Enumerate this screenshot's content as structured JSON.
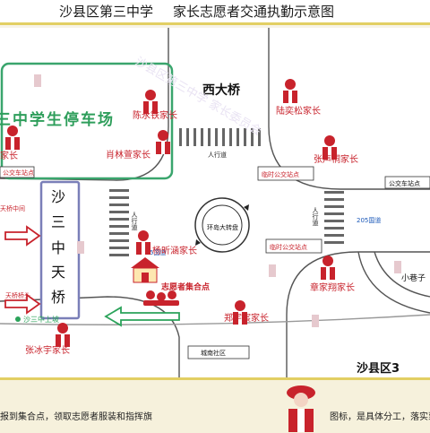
{
  "title": {
    "school": "沙县区第三中学",
    "subject": "家长志愿者交通执勤示意图"
  },
  "watermark": "沙县区第三中学 家长委员会",
  "colors": {
    "road_line": "#555555",
    "parking_border": "#3aa56d",
    "parking_text": "#2e9e5b",
    "label_red": "#c8232c",
    "arrow_red": "#c8232c",
    "arrow_green": "#2ba35a",
    "bridge_border": "#7a7fb8",
    "frame_gold": "#e2cf63"
  },
  "map": {
    "parking_lot": "三中学生停车场",
    "bridge_west": "西大桥",
    "bridge_shatianzhong_chars": [
      "沙",
      "三",
      "中",
      "天",
      "桥"
    ],
    "roundabout": "环岛大转盘",
    "crosswalk_top": "人行道",
    "crosswalk_left": "人行道",
    "crosswalk_right": "人行道",
    "bus_stop_1": "公交车站点",
    "bus_stop_temp_1": "临时公交站点",
    "bus_stop_2": "公交车站点",
    "bus_stop_temp_2": "临时公交站点",
    "road_205_1": "205国道",
    "road_205_2": "205国道",
    "tianqiao_middle": "天桥中间",
    "tianqiao_bottom": "天桥桥头",
    "shasanzhong_up": "沙三中上坡",
    "xiaoxiangzi": "小巷子",
    "chengnan": "城南社区",
    "gathering": "志愿者集合点",
    "shaxianqu_partial": "沙县区3"
  },
  "parents": [
    {
      "name": "陈永铁家长"
    },
    {
      "name": "陆奕松家长"
    },
    {
      "name": "肖林萱家长"
    },
    {
      "name": "张声桐家长"
    },
    {
      "name": "杨昕涵家长"
    },
    {
      "name": "章家翔家长"
    },
    {
      "name": "郑宇宸家长"
    },
    {
      "name": "张冰宇家长"
    },
    {
      "name": "家长"
    }
  ],
  "footer": {
    "left_text": "报到集合点，领取志愿者服装和指挥旗",
    "right_text": "图标，是具体分工，落实到"
  }
}
